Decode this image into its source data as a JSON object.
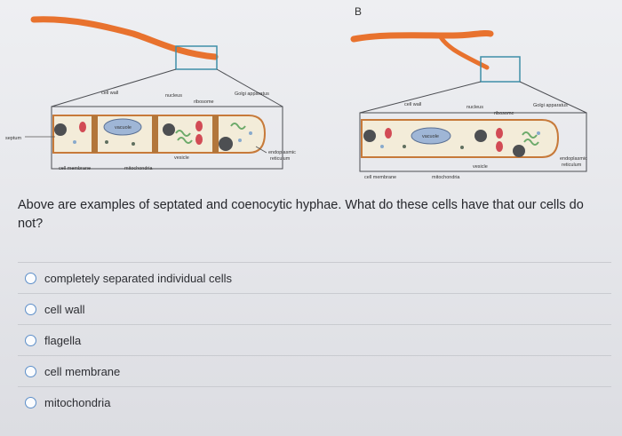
{
  "figure": {
    "panel_b_label": "B",
    "labels_a": {
      "cell_wall": "cell wall",
      "nucleus": "nucleus",
      "ribosome": "ribosome",
      "golgi": "Golgi apparatus",
      "vacuole": "vacuole",
      "septum": "septum",
      "vesicle": "vesicle",
      "endoplasmic_1": "endoplasmic",
      "endoplasmic_2": "reticulum",
      "cell_membrane": "cell membrane",
      "mitochondria": "mitochondria"
    },
    "labels_b": {
      "cell_wall": "cell wall",
      "nucleus": "nucleus",
      "ribosome": "ribosome",
      "golgi": "Golgi apparatus",
      "vacuole": "vacuole",
      "vesicle": "vesicle",
      "endoplasmic_1": "endoplasmic",
      "endoplasmic_2": "reticulum",
      "cell_membrane": "cell membrane",
      "mitochondria": "mitochondria"
    },
    "colors": {
      "hypha_stroke": "#e8722e",
      "cell_fill": "#f3ecd9",
      "box_stroke": "#3f8fa8",
      "vacuole": "#9fb6d6",
      "mito": "#d24b55",
      "nucleus": "#4d4f52"
    }
  },
  "question": {
    "text": "Above are examples of septated and coenocytic hyphae. What do these cells have that our cells do not?"
  },
  "options": [
    {
      "label": "completely separated individual cells"
    },
    {
      "label": "cell wall"
    },
    {
      "label": "flagella"
    },
    {
      "label": "cell membrane"
    },
    {
      "label": "mitochondria"
    }
  ]
}
